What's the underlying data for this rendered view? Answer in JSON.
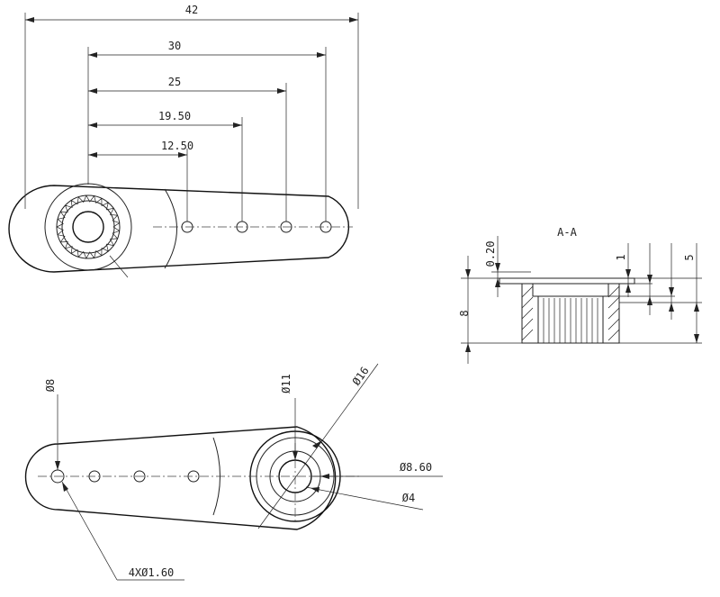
{
  "top_view": {
    "dims": [
      "42",
      "30",
      "25",
      "19.50",
      "12.50"
    ]
  },
  "section": {
    "title": "A-A",
    "dims": [
      "0.20",
      "8",
      "1",
      "5"
    ]
  },
  "bottom_view": {
    "dims": [
      "Ø8",
      "Ø11",
      "Ø16",
      "Ø8.60",
      "Ø4",
      "4XØ1.60"
    ]
  }
}
